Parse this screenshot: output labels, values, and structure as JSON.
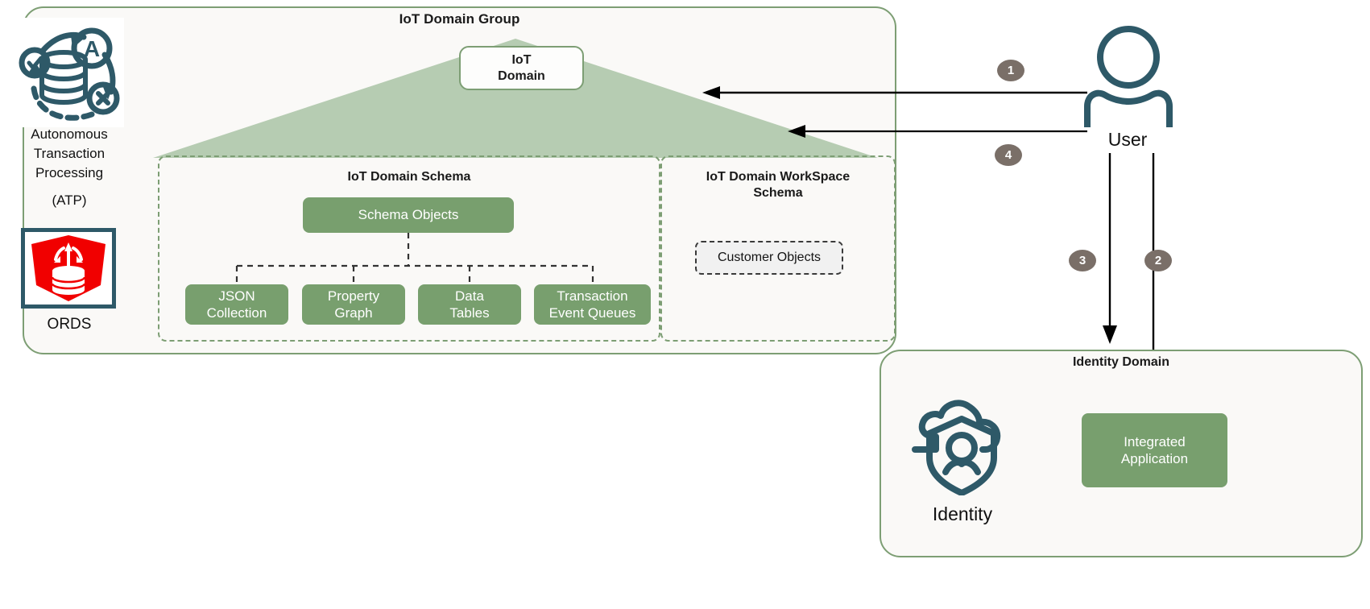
{
  "diagram": {
    "background": "#ffffff",
    "accent_green": "#789f6e",
    "pediment_green": "#b6ccb2",
    "border_green": "#7d9e74",
    "panel_bg": "#faf9f7",
    "teal": "#2e5968",
    "badge_gray": "#7a6f68",
    "ords_red": "#f10000"
  },
  "iot_group": {
    "title": "IoT Domain Group",
    "iot_domain_box": "IoT\nDomain",
    "iot_domain_line1": "IoT",
    "iot_domain_line2": "Domain"
  },
  "atp": {
    "icon_name": "autonomous-transaction-processing-icon",
    "label_line1": "Autonomous",
    "label_line2": "Transaction",
    "label_line3": "Processing",
    "label_line4": "(ATP)"
  },
  "ords": {
    "icon_name": "ords-icon",
    "label": "ORDS"
  },
  "schema_panel": {
    "title": "IoT Domain Schema",
    "root_node": "Schema Objects",
    "children": [
      {
        "line1": "JSON",
        "line2": "Collection"
      },
      {
        "line1": "Property",
        "line2": "Graph"
      },
      {
        "line1": "Data",
        "line2": "Tables"
      },
      {
        "line1": "Transaction",
        "line2": "Event Queues"
      }
    ]
  },
  "workspace_panel": {
    "title_line1": "IoT Domain WorkSpace",
    "title_line2": "Schema",
    "customer_objects": "Customer Objects"
  },
  "user": {
    "icon_name": "user-person-icon",
    "label": "User"
  },
  "identity_domain": {
    "title": "Identity Domain",
    "icon_name": "identity-cloud-shield-icon",
    "icon_label": "Identity",
    "app_line1": "Integrated",
    "app_line2": "Application"
  },
  "flow_badges": [
    {
      "id": "1",
      "label": "1"
    },
    {
      "id": "2",
      "label": "2"
    },
    {
      "id": "3",
      "label": "3"
    },
    {
      "id": "4",
      "label": "4"
    }
  ]
}
